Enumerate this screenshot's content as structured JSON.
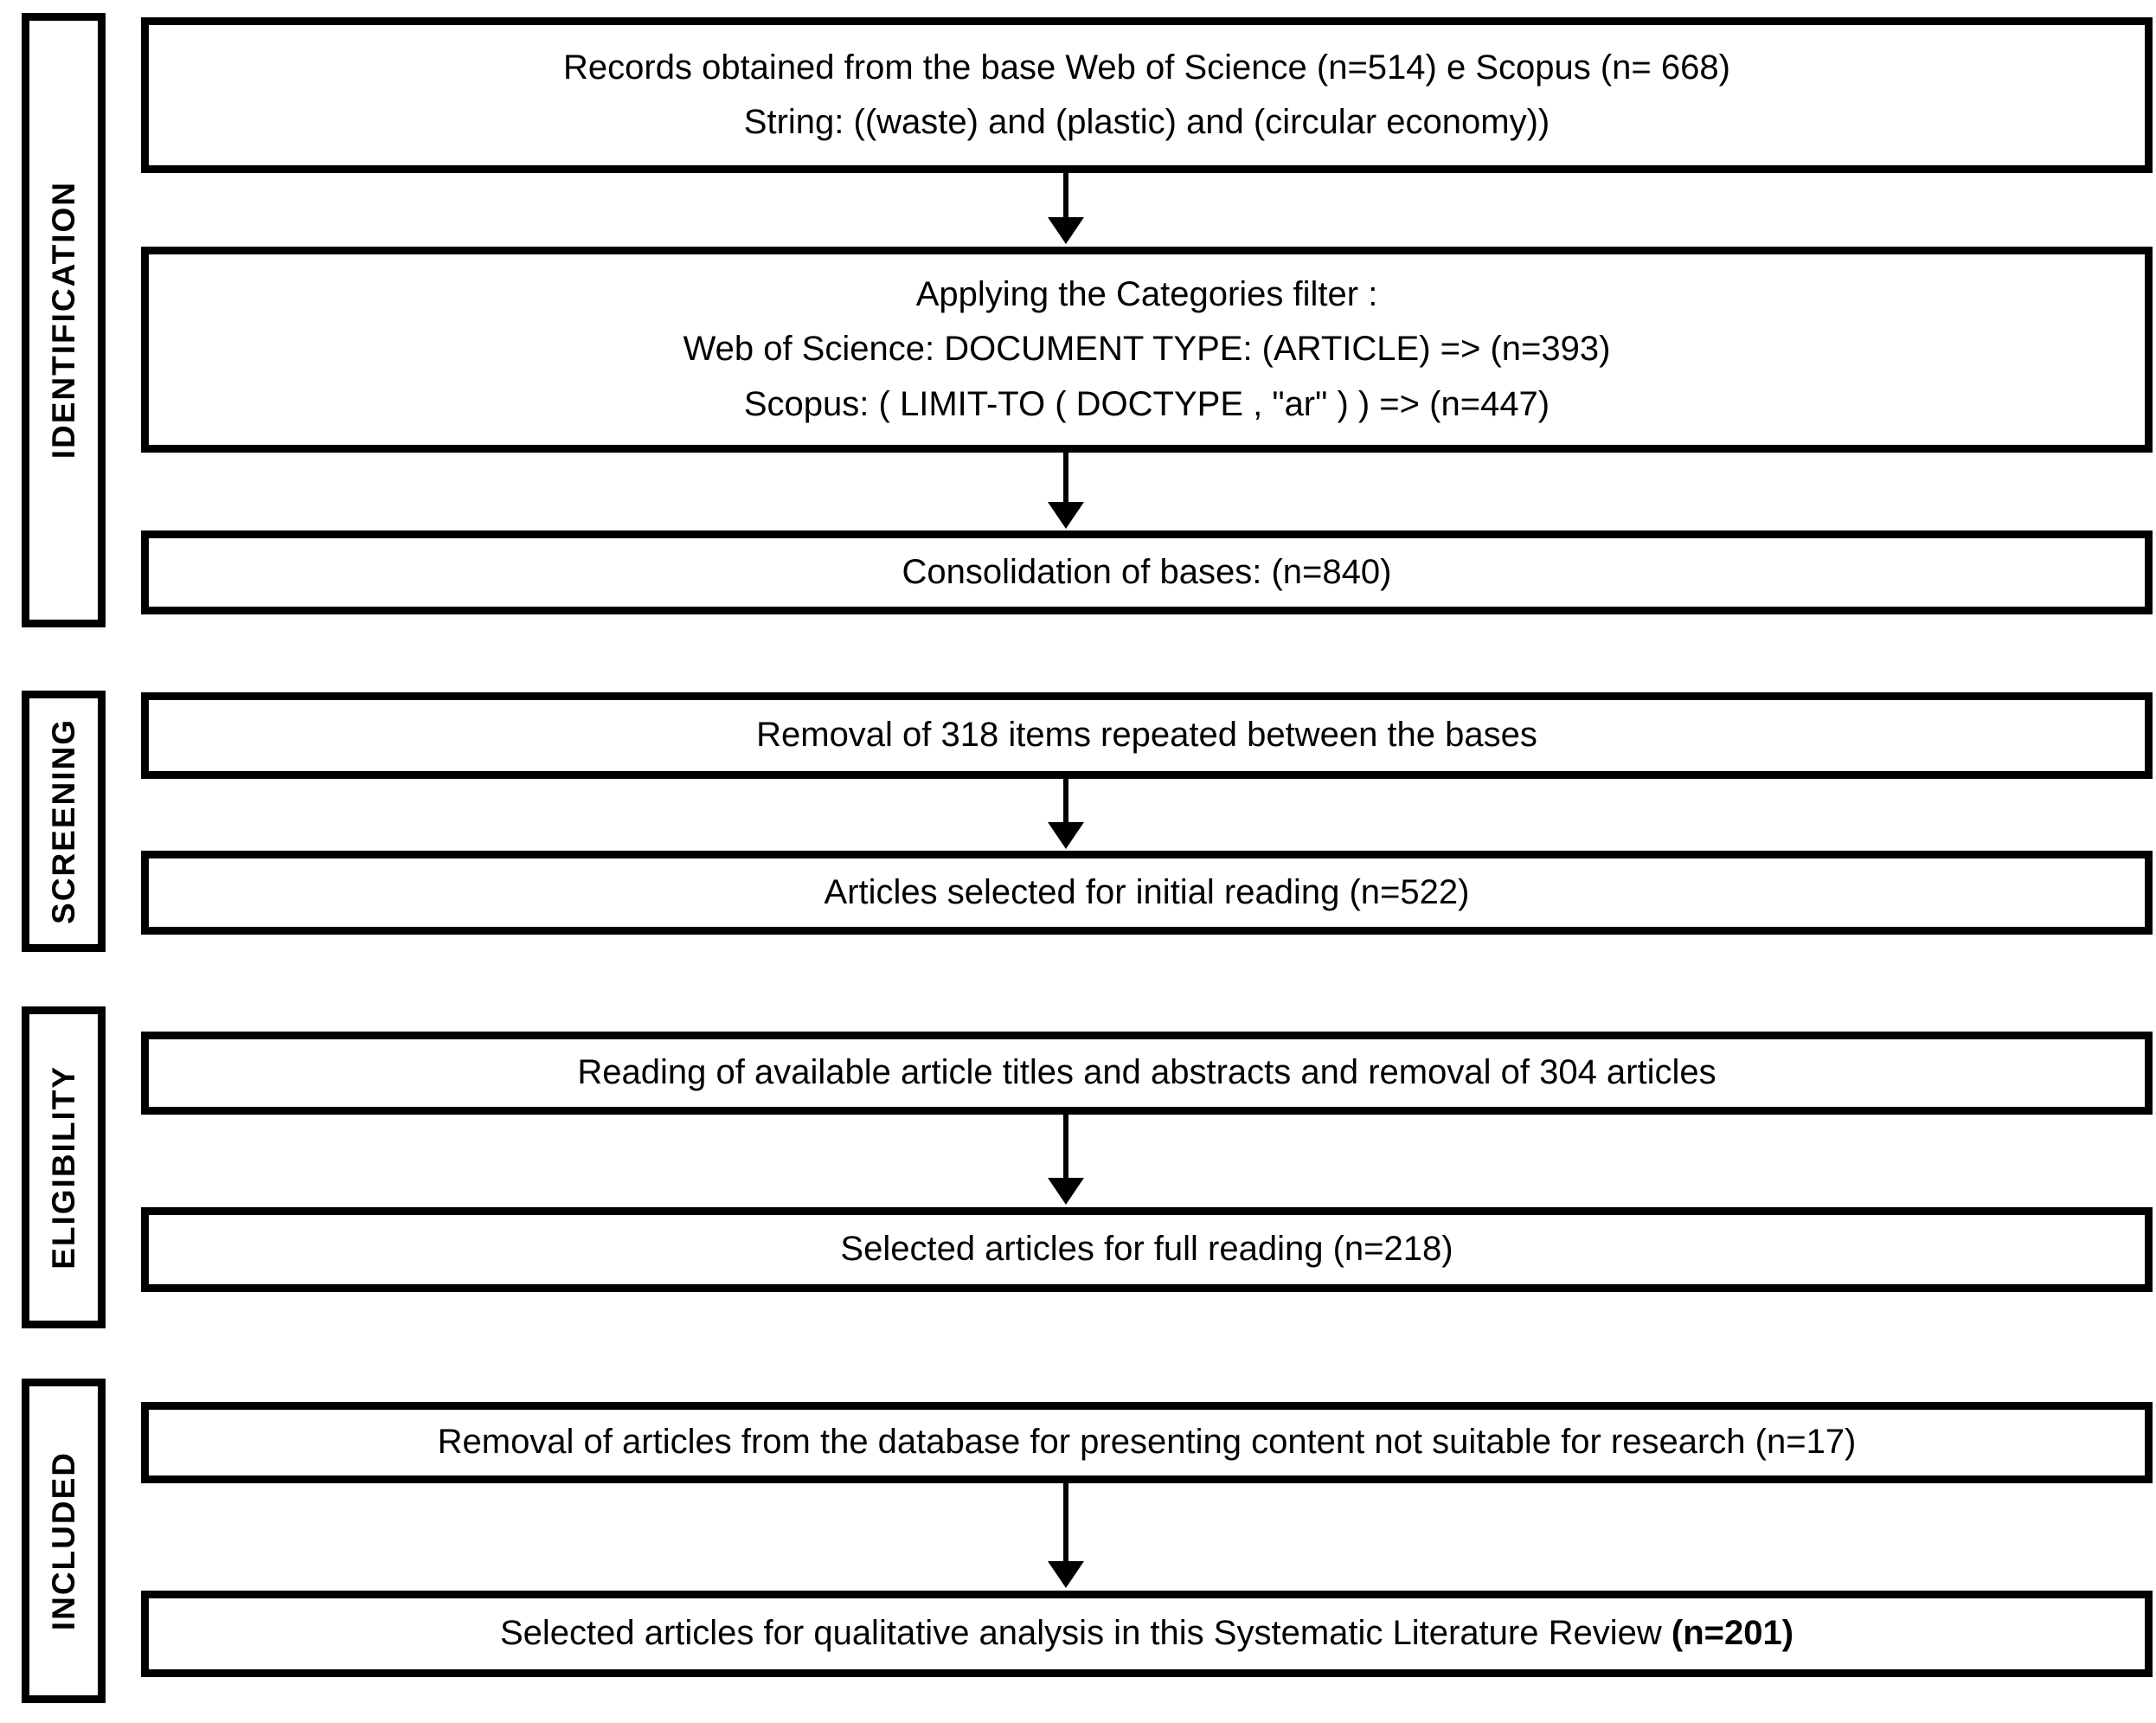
{
  "page": {
    "background_color": "#ffffff",
    "ink_color": "#000000"
  },
  "sections": [
    {
      "label": "IDENTIFICATION"
    },
    {
      "label": "SCREENING"
    },
    {
      "label": "ELIGIBILITY"
    },
    {
      "label": "INCLUDED"
    }
  ],
  "boxes": {
    "records": {
      "line1": "Records obtained from the base Web of Science (n=514) e Scopus (n= 668)",
      "line2": "String: ((waste) and (plastic) and (circular economy))"
    },
    "filter": {
      "line1": "Applying the Categories filter :",
      "line2": "Web of Science: DOCUMENT TYPE: (ARTICLE) => (n=393)",
      "line3": "Scopus: ( LIMIT-TO ( DOCTYPE ,  \"ar\" ) )  => (n=447)"
    },
    "consolidation": {
      "line1": "Consolidation of bases: (n=840)"
    },
    "duplicates": {
      "line1": "Removal of 318 items repeated between the bases"
    },
    "initial_reading": {
      "line1": "Articles selected for initial reading (n=522)"
    },
    "title_abstract": {
      "line1": "Reading of available article titles and abstracts and removal of 304 articles"
    },
    "full_reading": {
      "line1": "Selected articles for full reading (n=218)"
    },
    "removal_unsuitable": {
      "line1": "Removal of articles from the database for presenting content not suitable for research (n=17)"
    },
    "final": {
      "text": "Selected articles for qualitative analysis in this Systematic Literature Review ",
      "bold": "(n=201)"
    }
  },
  "counts": {
    "web_of_science": 514,
    "scopus": 668,
    "wos_articles_filtered": 393,
    "scopus_articles_filtered": 447,
    "consolidated": 840,
    "duplicates_removed": 318,
    "initial_reading": 522,
    "removed_after_title_abstract": 304,
    "full_reading": 218,
    "removed_not_suitable": 17,
    "final_included": 201
  }
}
